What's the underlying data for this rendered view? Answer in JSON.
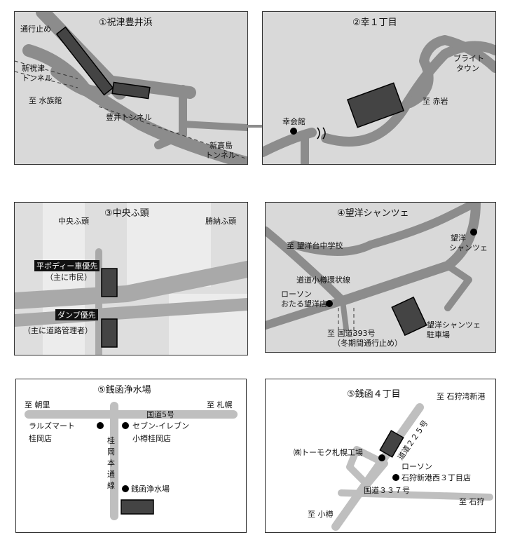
{
  "panels": {
    "p1": {
      "title": "①祝津豊井浜",
      "labels": {
        "closed": "通行止め",
        "new_shukutsu_1": "新祝津",
        "new_shukutsu_2": "トンネル",
        "aquarium": "至 水族館",
        "toyoi_tunnel": "豊井トンネル",
        "new_takashima_1": "新高島",
        "new_takashima_2": "トンネル"
      }
    },
    "p2": {
      "title": "②幸１丁目",
      "labels": {
        "bright_1": "ブライト",
        "bright_2": "タウン",
        "akaiwa": "至 赤岩",
        "kokaikan": "幸会館"
      }
    },
    "p3": {
      "title": "③中央ふ頭",
      "labels": {
        "chuo_futo": "中央ふ頭",
        "shono_futo": "勝納ふ頭",
        "flat_body": "平ボディー車優先",
        "citizens": "（主に市民）",
        "dump": "ダンプ優先",
        "road_mgr": "（主に道路管理者）"
      }
    },
    "p4": {
      "title": "④望洋シャンツェ",
      "labels": {
        "school": "至 望洋台中学校",
        "boyo_1": "望洋",
        "boyo_2": "シャンツェ",
        "ring_road": "道道小樽環状線",
        "lawson_1": "ローソン",
        "lawson_2": "おたる望洋店",
        "route393_1": "至 国道393号",
        "route393_2": "（冬期間通行止め）",
        "parking_1": "望洋シャンツェ",
        "parking_2": "駐車場"
      }
    },
    "p5": {
      "title": "⑤銭函浄水場",
      "labels": {
        "asari": "至 朝里",
        "sapporo": "至 札幌",
        "route5": "国道5号",
        "raruz_1": "ラルズマート",
        "raruz_2": "桂岡店",
        "seven_1": "セブン-イレブン",
        "seven_2": "小樽桂岡店",
        "katsuraoka_road": "桂岡本通線",
        "plant": "銭函浄水場"
      }
    },
    "p6": {
      "title": "⑤銭函４丁目",
      "labels": {
        "ishikari_port": "至 石狩湾新港",
        "route225": "道道２２５号",
        "tomoku": "㈱トーモク札幌工場",
        "lawson_1": "ローソン",
        "lawson_2": "石狩新港西３丁目店",
        "route337": "国道３３７号",
        "ishikari": "至 石狩",
        "otaru": "至 小樽"
      }
    }
  },
  "colors": {
    "road": "#8c8c8c",
    "background": "#d9d9d9",
    "building": "#444444"
  }
}
